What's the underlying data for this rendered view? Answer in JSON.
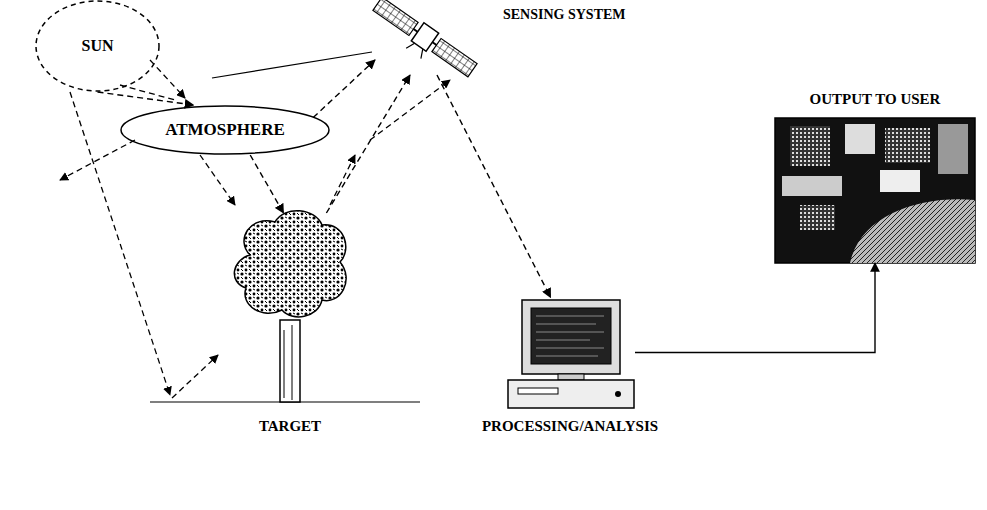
{
  "diagram": {
    "nodes": [
      {
        "text": [
          "SUN"
        ]
      },
      {
        "text": [
          "SENSING SYSTEM"
        ]
      },
      {
        "text": [
          "ATMOSPHERE"
        ]
      },
      {
        "text": [
          "TARGET"
        ]
      },
      {
        "text": [
          "PROCESSING/ANALYSIS"
        ]
      },
      {
        "text": [
          "OUTPUT TO USER"
        ]
      }
    ],
    "edges": [
      {
        "from": 0,
        "to": 2,
        "arrow": "to"
      },
      {
        "from": 2,
        "to": 3,
        "arrow": "to"
      },
      {
        "from": 3,
        "to": 1,
        "arrow": "to"
      },
      {
        "from": 2,
        "to": 1,
        "arrow": "to"
      },
      {
        "from": 1,
        "to": 4,
        "arrow": "to"
      },
      {
        "from": 4,
        "to": 5,
        "arrow": "to"
      }
    ]
  }
}
